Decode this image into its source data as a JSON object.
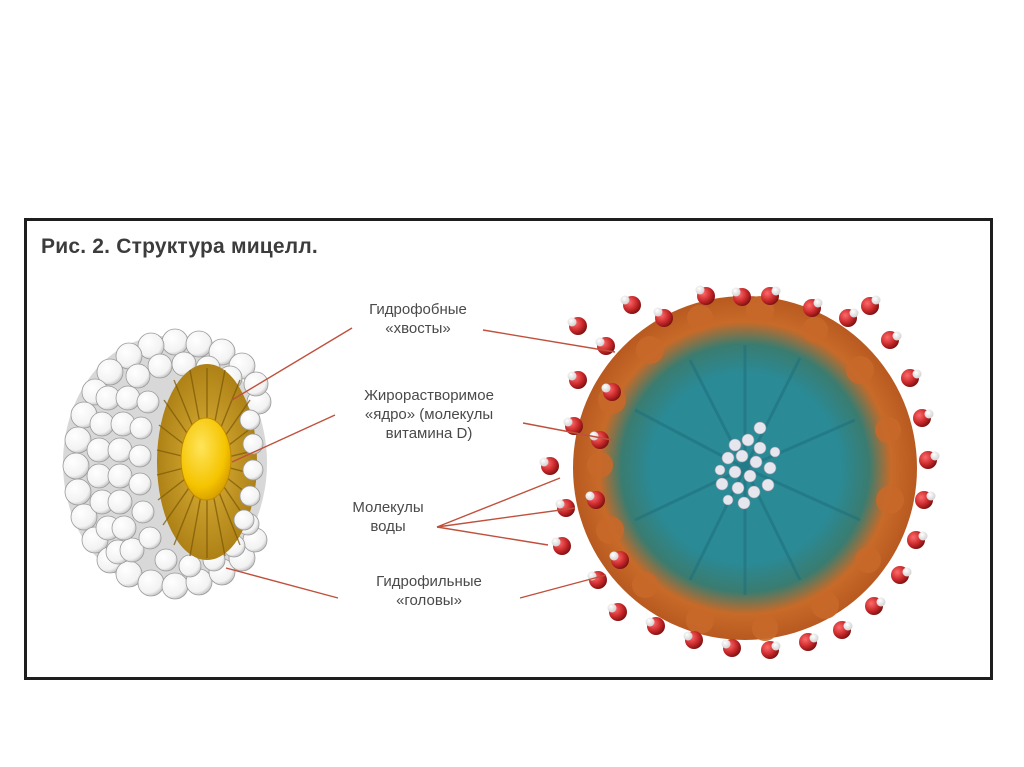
{
  "figure": {
    "title": "Рис. 2. Структура мицелл."
  },
  "labels": {
    "tails": "Гидрофобные\n«хвосты»",
    "core": "Жирорастворимое\n«ядро» (молекулы\nвитамина D)",
    "water": "Молекулы\nводы",
    "heads": "Гидрофильные\n«головы»"
  },
  "colors": {
    "frame": "#1e1e1e",
    "title": "#3c3c3c",
    "label": "#4a4a4a",
    "pointer_line": "#c0503c",
    "tails_gold": "#c89a1c",
    "core_yellow": "#f5c400",
    "head_white": "#ffffff",
    "water_red": "#c8282a",
    "shell_orange": "#c86a28",
    "inner_teal": "#2a8a96"
  }
}
